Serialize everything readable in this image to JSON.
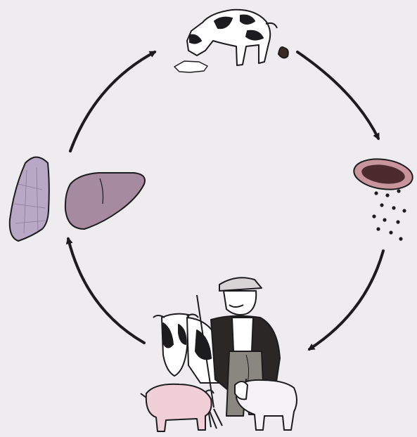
{
  "diagram": {
    "type": "life-cycle",
    "direction": "clockwise",
    "nodes": [
      {
        "id": "dog",
        "label": "",
        "depicts": "dog-with-vomit-and-feces-icon"
      },
      {
        "id": "egg",
        "label": "",
        "depicts": "parasite-egg-icon"
      },
      {
        "id": "hosts",
        "label": "",
        "depicts": "farmer-cow-pig-sheep-icon"
      },
      {
        "id": "organs",
        "label": "",
        "depicts": "lung-and-liver-icon"
      }
    ],
    "edges": [
      {
        "from": "dog",
        "to": "egg"
      },
      {
        "from": "egg",
        "to": "hosts"
      },
      {
        "from": "hosts",
        "to": "organs"
      },
      {
        "from": "organs",
        "to": "dog"
      }
    ]
  },
  "colors": {
    "background": "#eeecee",
    "ink": "#1c1b1e",
    "organ_fill": "#a58aa0",
    "lung_fill": "#b9a7c6",
    "egg_shell": "#c9959c",
    "egg_core": "#4b2b2c",
    "pig_fill": "#f0cfd8"
  }
}
